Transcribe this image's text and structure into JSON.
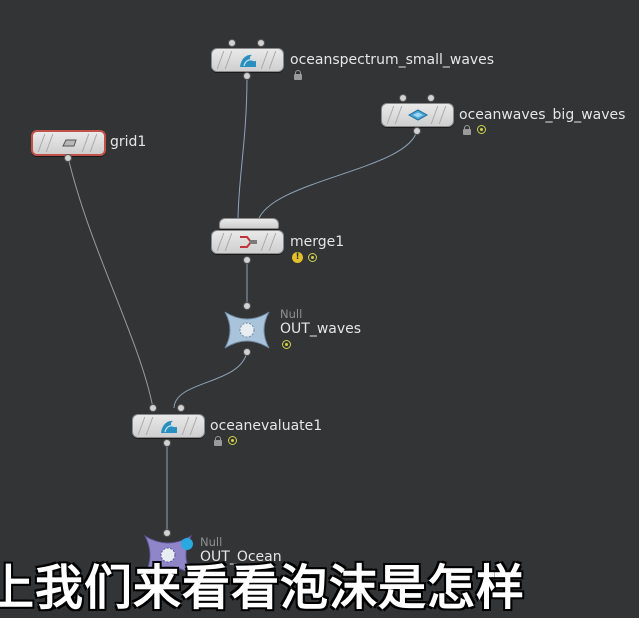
{
  "nodes": {
    "spectrum": {
      "label": "oceanspectrum_small_waves",
      "icon": "ocean-spectrum-icon"
    },
    "big_waves": {
      "label": "oceanwaves_big_waves",
      "icon": "ocean-waves-icon"
    },
    "grid": {
      "label": "grid1",
      "icon": "grid-icon"
    },
    "merge": {
      "label": "merge1",
      "icon": "merge-icon",
      "warning": "!"
    },
    "out_waves": {
      "type": "Null",
      "label": "OUT_waves",
      "icon": "null-icon"
    },
    "evaluate": {
      "label": "oceanevaluate1",
      "icon": "ocean-evaluate-icon"
    },
    "out_ocean": {
      "type": "Null",
      "label": "OUT_Ocean",
      "icon": "null-icon"
    }
  },
  "subtitle": "上我们来看看泡沫是怎样",
  "colors": {
    "background": "#333436",
    "wire": "#8fa3b8",
    "node_body": "#dcdcdc",
    "selected_outline": "#c0524a",
    "display_flag": "#cfd34a",
    "warning": "#e3c02a"
  }
}
